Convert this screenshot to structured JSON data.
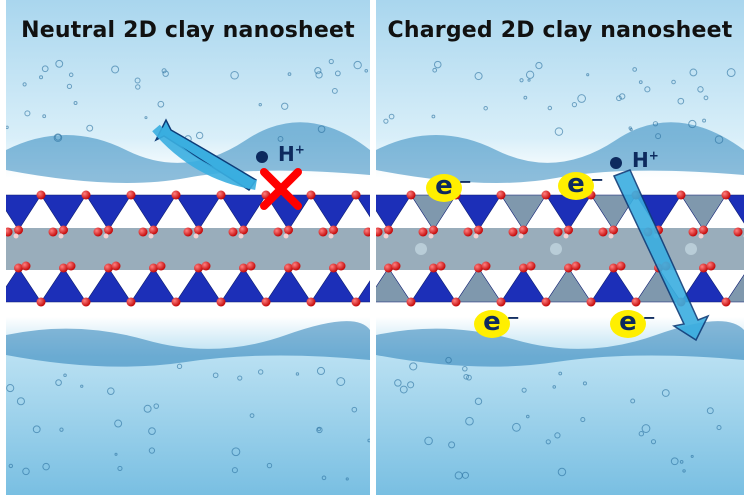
{
  "panels": {
    "left": {
      "title": "Neutral 2D clay nanosheet",
      "ion": "H",
      "ion_charge": "+"
    },
    "right": {
      "title": "Charged 2D clay nanosheet",
      "ion": "H",
      "ion_charge": "+",
      "electron": "e",
      "electron_charge": "−"
    }
  },
  "colors": {
    "tetra": "#1c2fb8",
    "octa": "#8ea4b4",
    "oxygen": "#e01010",
    "water": "#6fb8dc",
    "arrow": "#3aaee0",
    "cross": "#ff0000"
  }
}
